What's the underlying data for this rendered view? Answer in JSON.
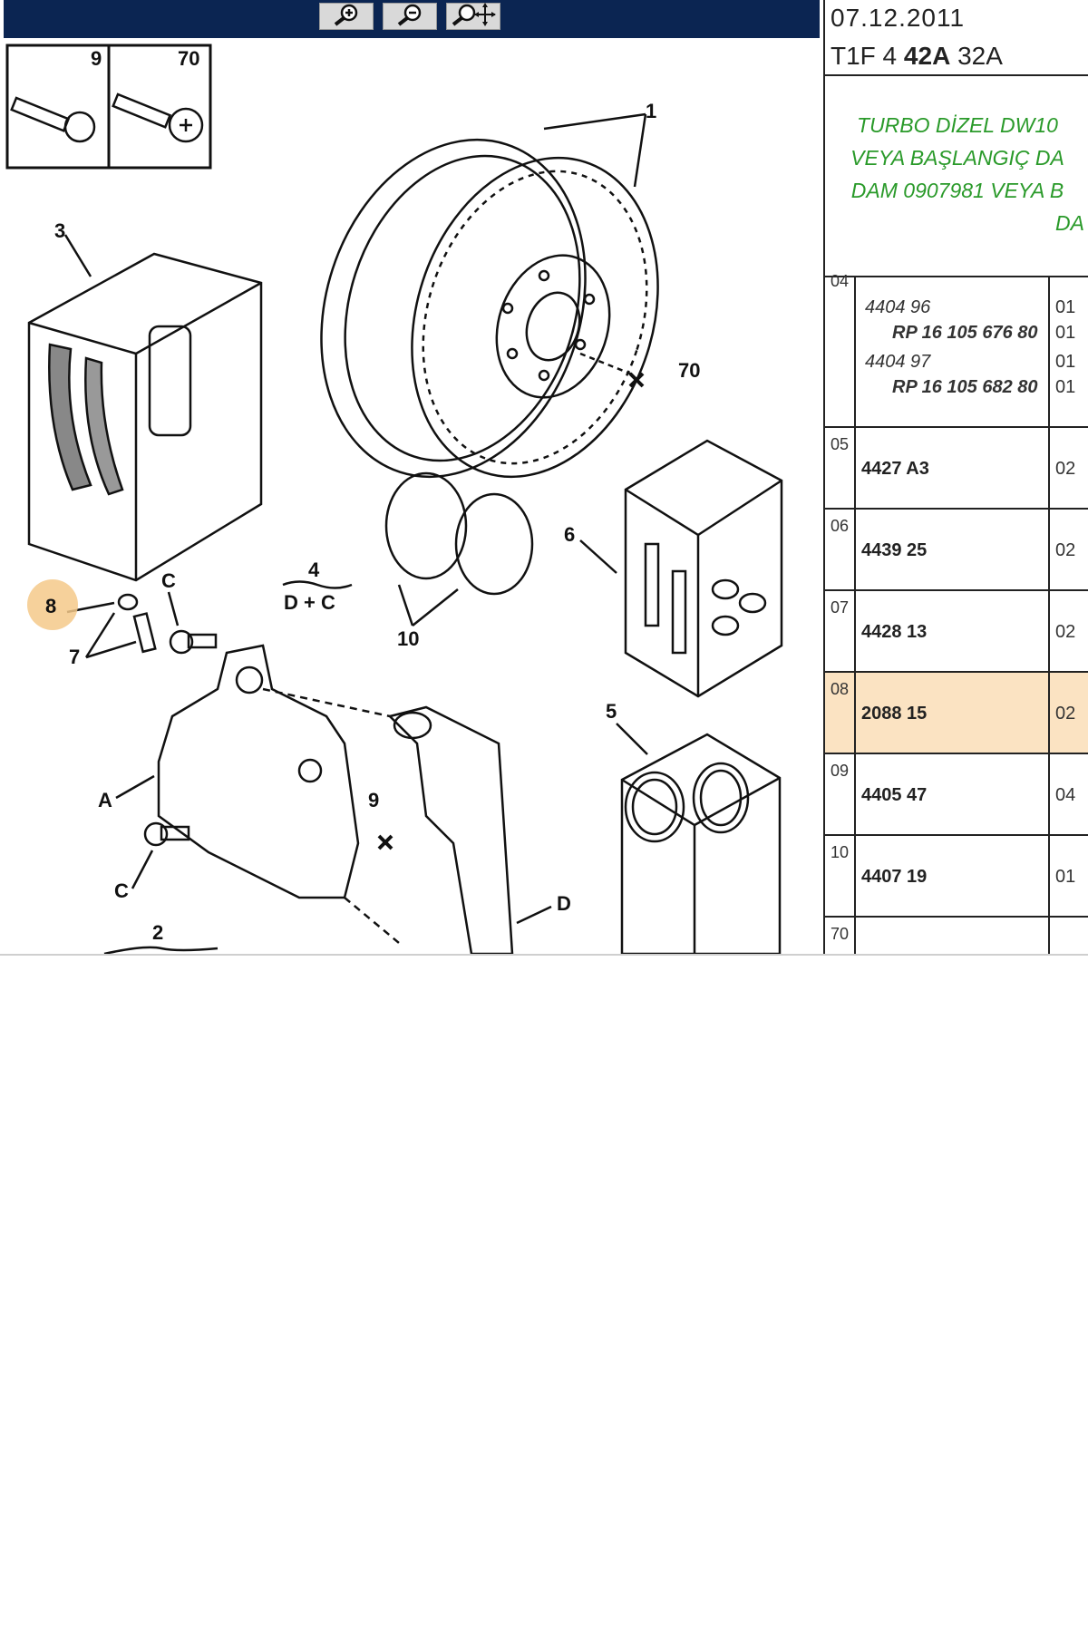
{
  "toolbar": {
    "zoom_in_icon": "zoom-in-icon",
    "zoom_out_icon": "zoom-out-icon",
    "pan_icon": "pan-zoom-icon"
  },
  "header": {
    "date": "07.12.2011",
    "code_prefix": "T1F 4 ",
    "code_bold": "42A",
    "code_suffix": " 32A"
  },
  "note": {
    "lines": [
      "TURBO DİZEL DW10",
      "VEYA BAŞLANGIÇ DA",
      "DAM 0907981 VEYA B",
      "DA"
    ]
  },
  "parts": [
    {
      "no": "04",
      "subs": [
        {
          "ref": "4404 96",
          "qty": "01",
          "style": "italic"
        },
        {
          "ref": "RP 16 105 676 80",
          "qty": "01",
          "style": "bold"
        },
        {
          "ref": "4404 97",
          "qty": "01",
          "style": "italic"
        },
        {
          "ref": "RP 16 105 682 80",
          "qty": "01",
          "style": "bold"
        }
      ]
    },
    {
      "no": "05",
      "ref": "4427 A3",
      "qty": "02"
    },
    {
      "no": "06",
      "ref": "4439 25",
      "qty": "02"
    },
    {
      "no": "07",
      "ref": "4428 13",
      "qty": "02"
    },
    {
      "no": "08",
      "ref": "2088 15",
      "qty": "02",
      "selected": true
    },
    {
      "no": "09",
      "ref": "4405 47",
      "qty": "04"
    },
    {
      "no": "10",
      "ref": "4407 19",
      "qty": "01"
    },
    {
      "no": "70",
      "ref": "",
      "qty": ""
    }
  ],
  "diagram": {
    "labels": {
      "l1": "1",
      "l70": "70",
      "l3": "3",
      "l4": "4",
      "l4dc": "D + C",
      "l6": "6",
      "l10": "10",
      "l8": "8",
      "l7": "7",
      "lC1": "C",
      "lC2": "C",
      "lA": "A",
      "l9": "9",
      "l5": "5",
      "lD": "D",
      "l2": "2",
      "inset9": "9",
      "inset70": "70"
    },
    "highlight_color": "#f5c98a"
  }
}
